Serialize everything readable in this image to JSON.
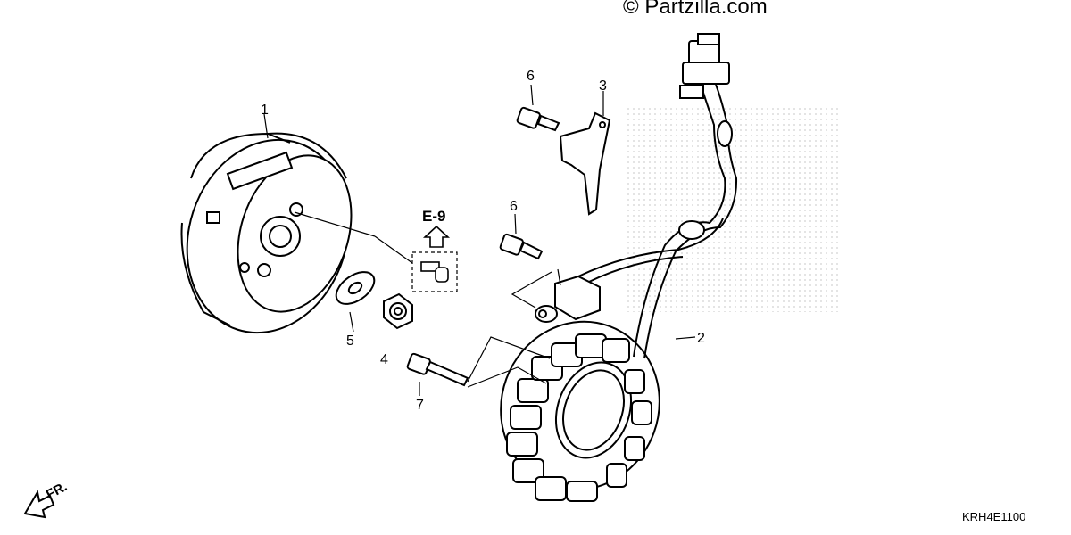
{
  "watermark": "© Partzilla.com",
  "diagram_code": "KRH4E1100",
  "reference_label": "E-9",
  "front_label": "FR.",
  "callouts": [
    {
      "id": "flywheel",
      "number": "1"
    },
    {
      "id": "stator",
      "number": "2"
    },
    {
      "id": "bracket",
      "number": "3"
    },
    {
      "id": "nut",
      "number": "4"
    },
    {
      "id": "washer",
      "number": "5"
    },
    {
      "id": "bracket-bolt",
      "number": "6"
    },
    {
      "id": "pulser-bolt",
      "number": "6"
    },
    {
      "id": "stator-bolt",
      "number": "7"
    }
  ]
}
